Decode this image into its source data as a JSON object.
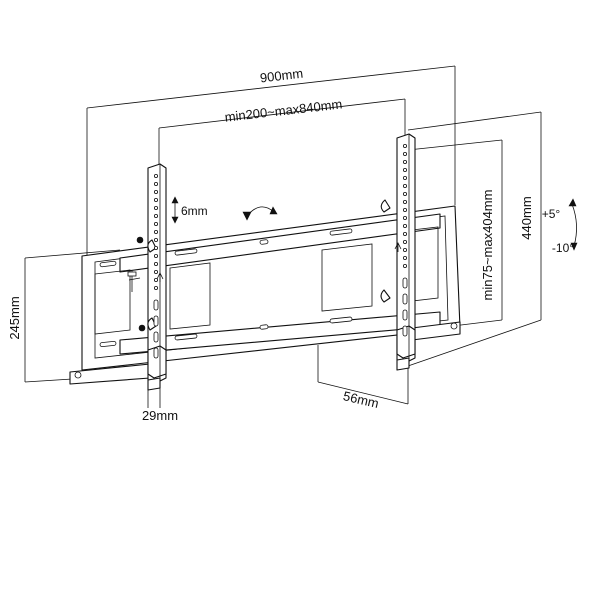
{
  "dimensions": {
    "overall_width": "900mm",
    "vesa_horizontal": "min200~max840mm",
    "vertical_shift": "6mm",
    "overall_height": "440mm",
    "vesa_vertical": "min75~max404mm",
    "frame_height": "245mm",
    "depth": "29mm",
    "extension": "56mm"
  },
  "tilt": {
    "up": "+5°",
    "down": "-10°"
  }
}
